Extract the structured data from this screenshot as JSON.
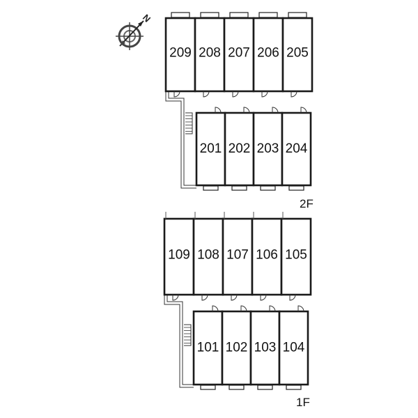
{
  "compass": {
    "north_label": "N",
    "icon": "compass-rose-icon"
  },
  "floors": [
    {
      "label": "2F",
      "back_rooms": [
        "209",
        "208",
        "207",
        "206",
        "205"
      ],
      "front_rooms": [
        "201",
        "202",
        "203",
        "204"
      ]
    },
    {
      "label": "1F",
      "back_rooms": [
        "109",
        "108",
        "107",
        "106",
        "105"
      ],
      "front_rooms": [
        "101",
        "102",
        "103",
        "104"
      ]
    }
  ]
}
